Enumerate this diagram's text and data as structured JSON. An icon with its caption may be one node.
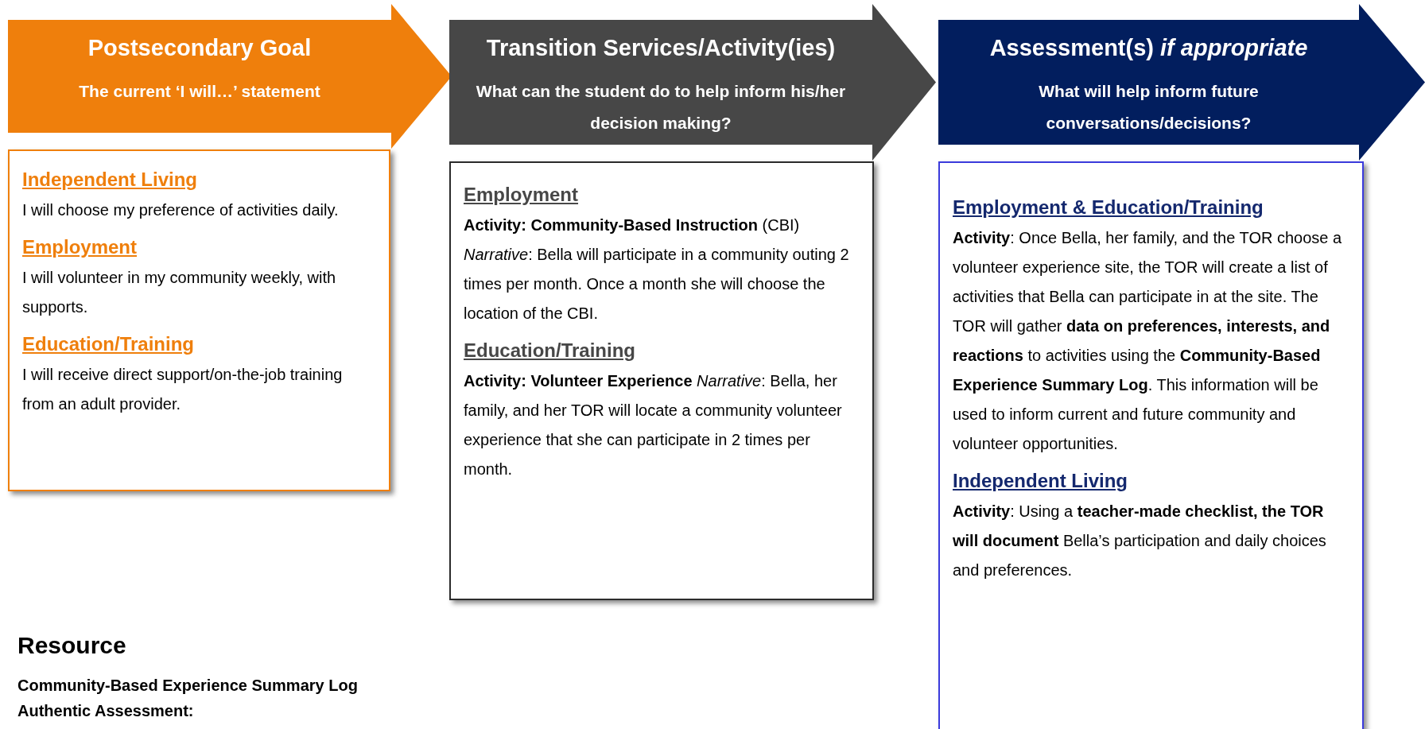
{
  "diagram": {
    "nodes": [
      {
        "text": [
          "Postsecondary Goal",
          "The current ‘I will…’ statement"
        ]
      },
      {
        "text": [
          "Independent Living",
          "I will choose my preference of activities daily.",
          "Employment",
          "I will volunteer in my community weekly, with supports.",
          "Education/Training",
          "I will receive direct support/on-the-job training from an adult provider."
        ]
      },
      {
        "text": [
          "Transition Services/Activity(ies)",
          "What can the student do to help inform his/her decision making?"
        ]
      },
      {
        "text": [
          "Employment",
          "**Activity: Community-Based Instruction** (CBI) *Narrative*: Bella will participate in a community outing 2 times per month. Once a month she will choose the location of the CBI.",
          "Education/Training",
          "**Activity: Volunteer Experience** *Narrative*: Bella, her family, and her TOR will locate a community volunteer experience that she can participate in 2 times per month."
        ]
      },
      {
        "text": [
          "Assessment(s) *if appropriate*",
          "What will help inform future conversations/decisions?"
        ]
      },
      {
        "text": [
          "Employment & Education/Training",
          "**Activity**: Once Bella, her family, and the TOR choose a volunteer experience site, the TOR will create a list of activities that Bella can participate in at the site. The TOR will gather **data on preferences, interests, and reactions** to activities using the **Community-Based Experience Summary Log**. This information will be used to inform current and future community and volunteer opportunities.",
          "Independent Living",
          "**Activity**: Using a **teacher-made checklist, the TOR will document** Bella’s participation and daily choices and preferences."
        ]
      }
    ],
    "labels": [
      "Resource",
      "Community-Based Experience Summary Log",
      "Authentic Assessment:"
    ]
  }
}
